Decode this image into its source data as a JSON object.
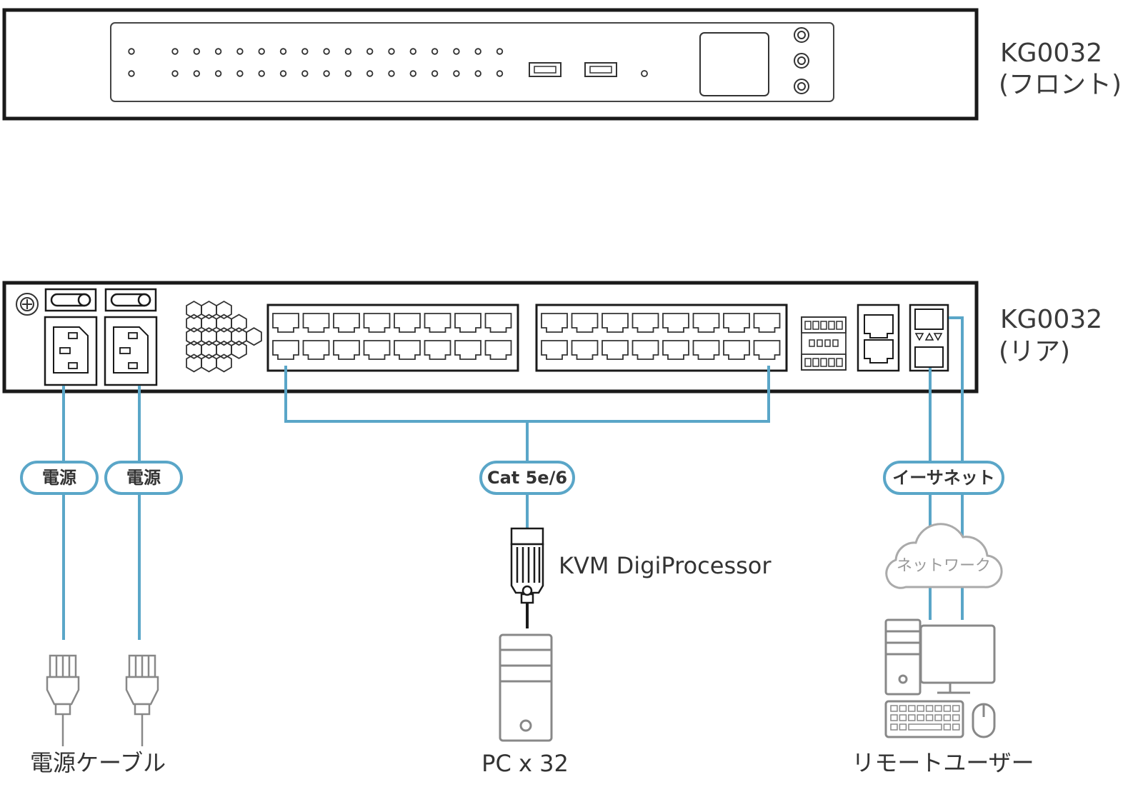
{
  "front": {
    "model": "KG0032",
    "view": "(フロント)"
  },
  "rear": {
    "model": "KG0032",
    "view": "(リア)"
  },
  "links": {
    "power1": "電源",
    "power2": "電源",
    "cat": "Cat 5e/6",
    "ethernet": "イーサネット"
  },
  "network_label": "ネットワーク",
  "captions": {
    "power_cable": "電源ケーブル",
    "digiprocessor": "KVM DigiProcessor",
    "pc": "PC x 32",
    "remote_user": "リモートユーザー"
  },
  "colors": {
    "cable": "#5aa6c8",
    "outline": "#1a1a1a",
    "device": "#888888"
  }
}
